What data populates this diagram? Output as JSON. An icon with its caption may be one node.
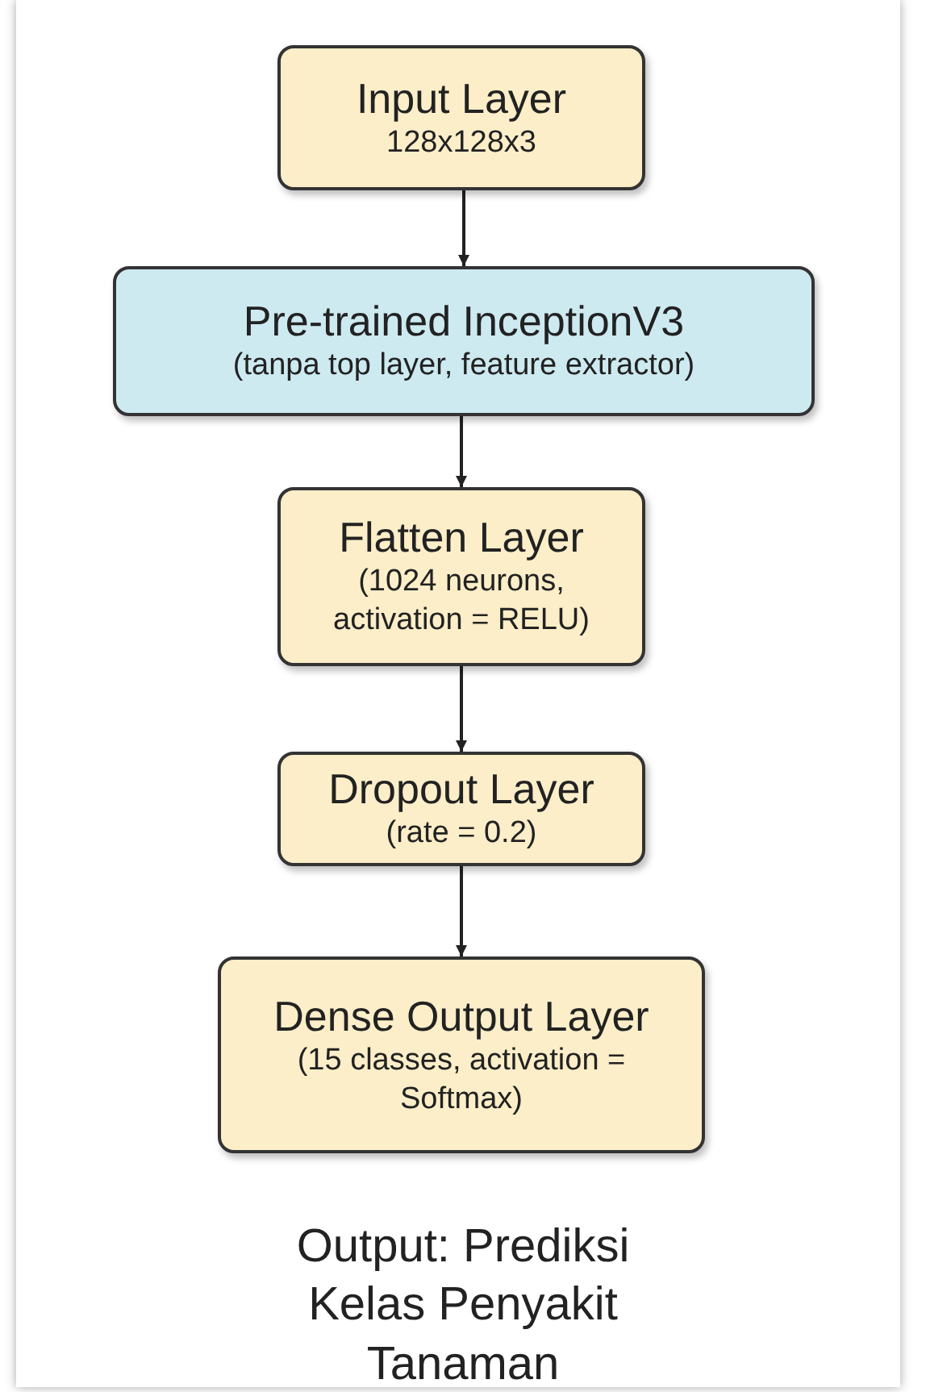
{
  "diagram": {
    "nodes": [
      {
        "text": [
          "Input Layer",
          "128x128x3"
        ]
      },
      {
        "text": [
          "Pre-trained InceptionV3",
          "(tanpa top layer, feature extractor)"
        ]
      },
      {
        "text": [
          "Flatten Layer",
          "(1024 neurons, activation = RELU)"
        ]
      },
      {
        "text": [
          "Dropout Layer",
          "(rate = 0.2)"
        ]
      },
      {
        "text": [
          "Dense Output Layer",
          "(15 classes, activation = Softmax)"
        ]
      }
    ],
    "edges": [
      {
        "from": 0,
        "to": 1,
        "arrow": "to"
      },
      {
        "from": 1,
        "to": 2,
        "arrow": "to"
      },
      {
        "from": 2,
        "to": 3,
        "arrow": "to"
      },
      {
        "from": 3,
        "to": 4,
        "arrow": "to"
      }
    ],
    "labels": [
      "Output: Prediksi Kelas Penyakit Tanaman"
    ]
  }
}
